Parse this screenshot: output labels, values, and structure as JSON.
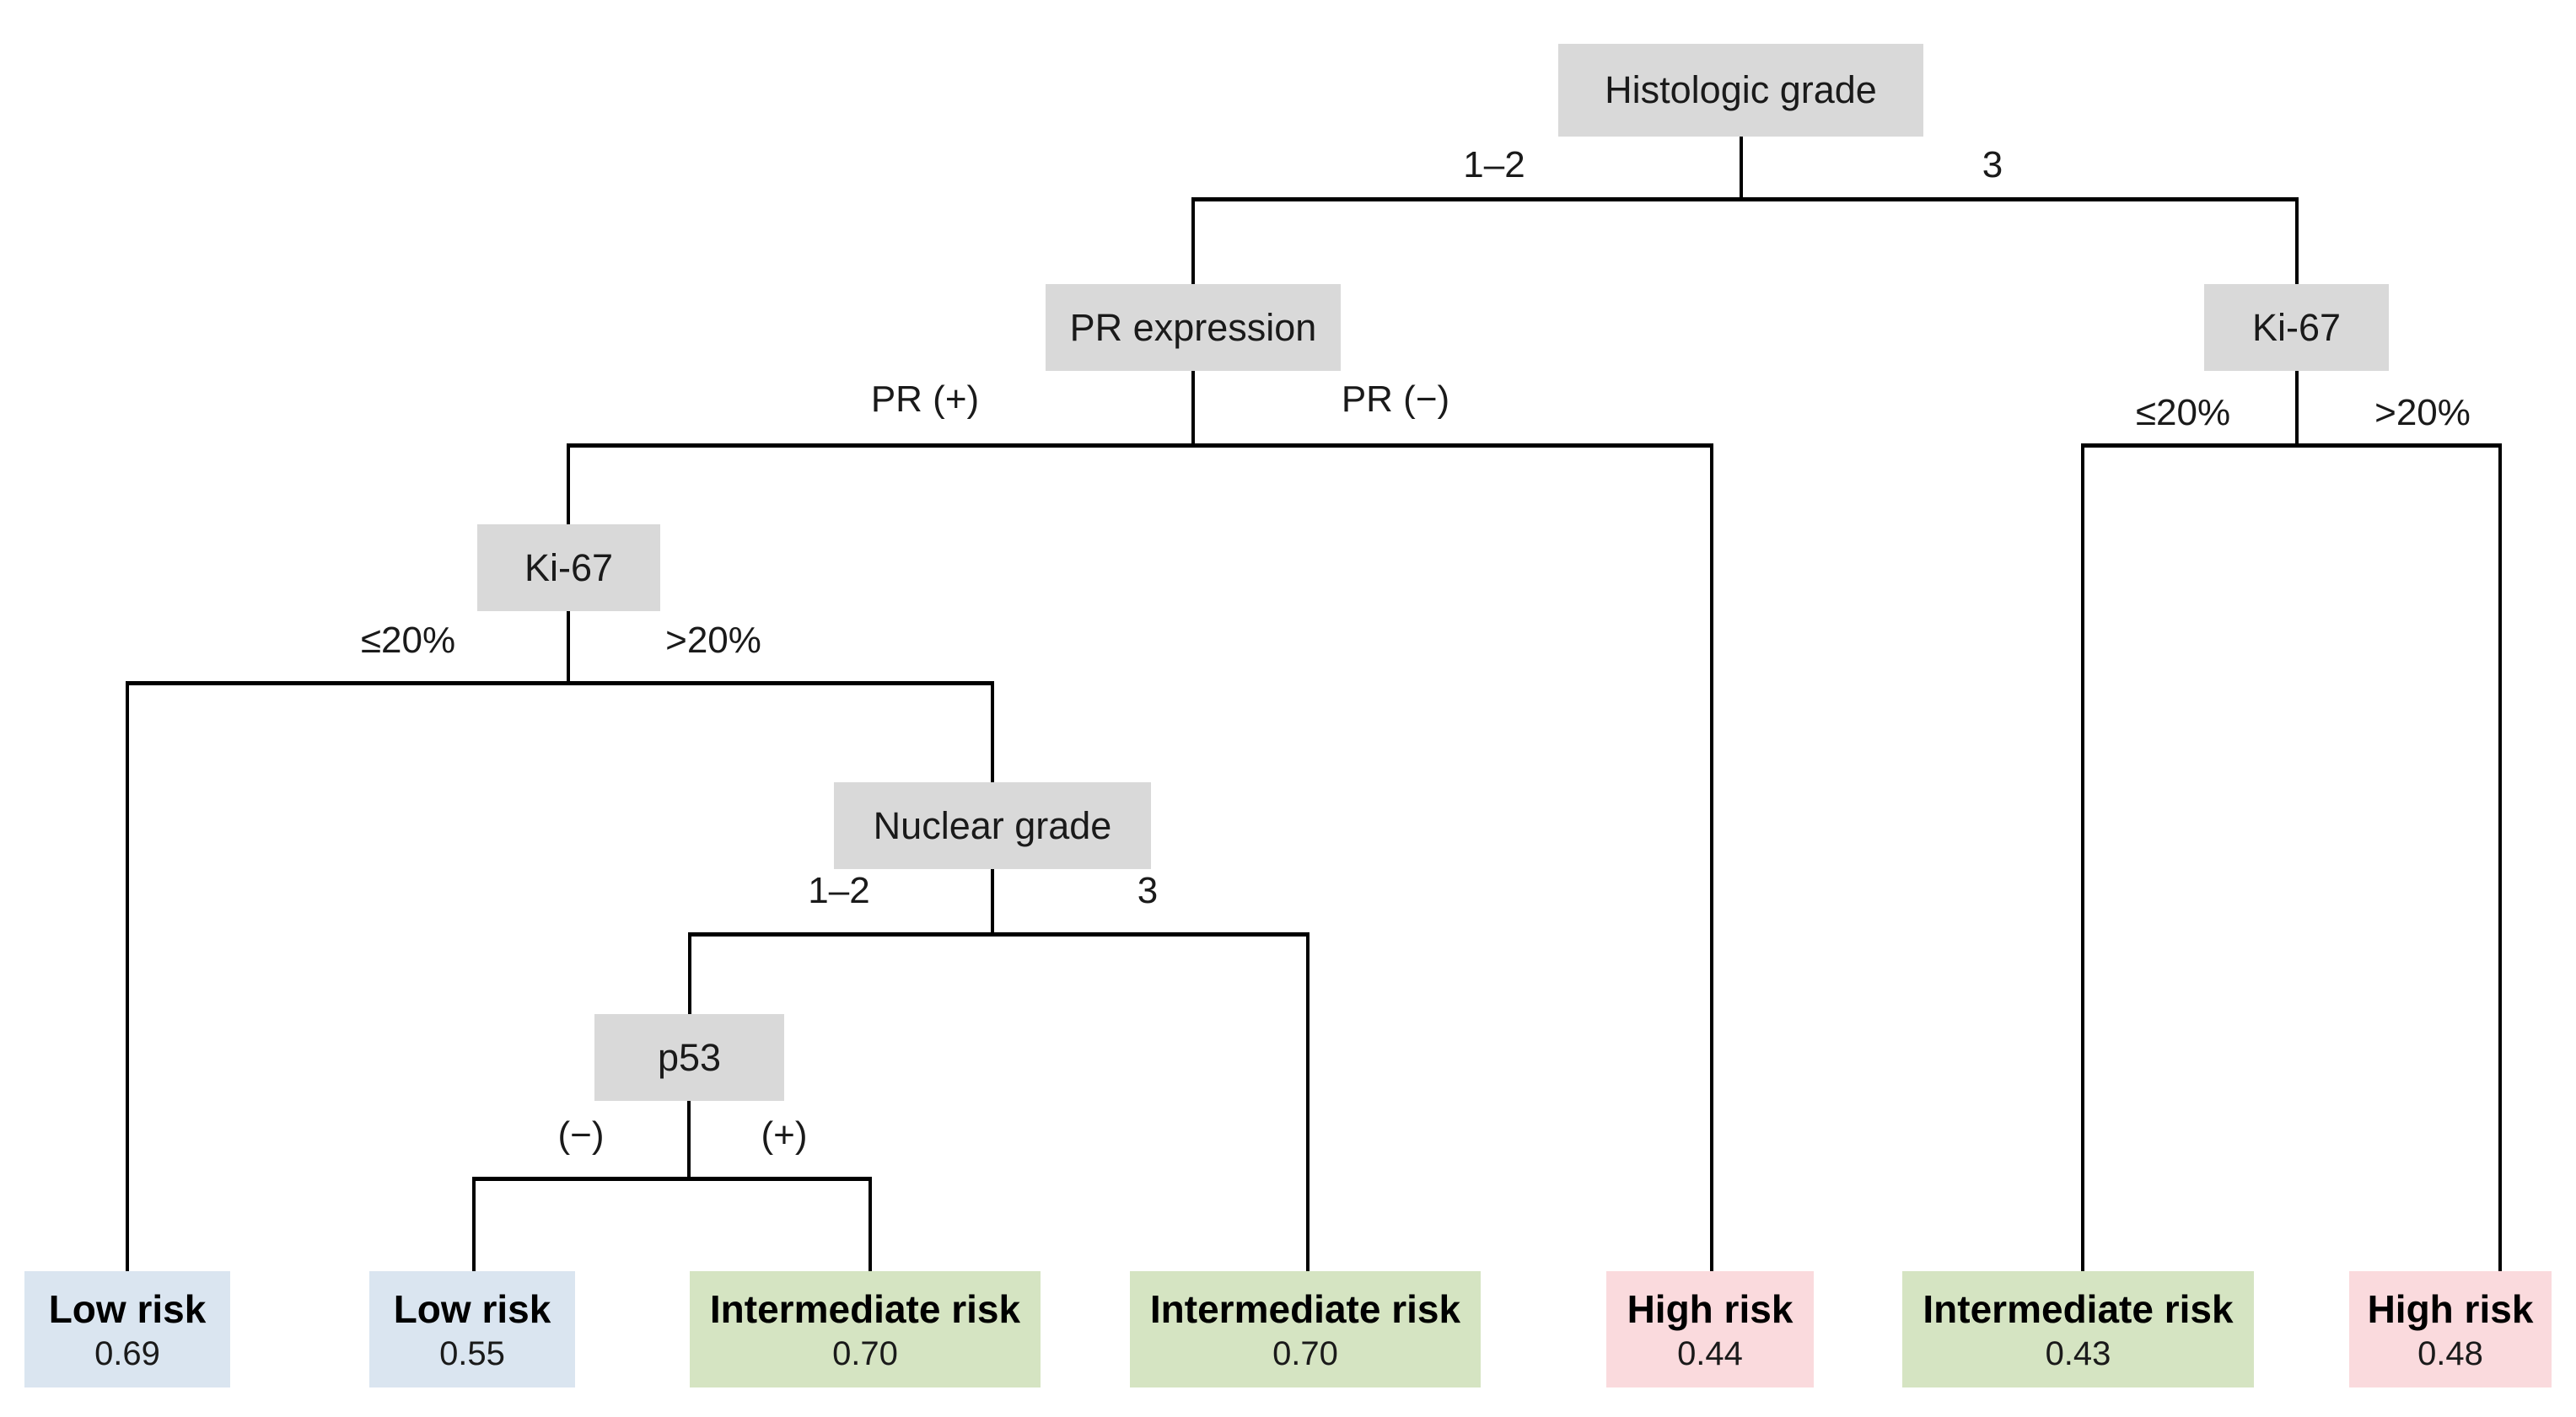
{
  "colors": {
    "background": "#ffffff",
    "node_fill": "#d9d9d9",
    "low_risk_fill": "#dae5f0",
    "intermediate_risk_fill": "#d5e4c2",
    "high_risk_fill": "#fadadd",
    "line": "#000000"
  },
  "nodes": {
    "histologic_grade": {
      "label": "Histologic grade"
    },
    "pr_expression": {
      "label": "PR expression"
    },
    "ki67_left": {
      "label": "Ki-67"
    },
    "nuclear_grade": {
      "label": "Nuclear grade"
    },
    "p53": {
      "label": "p53"
    },
    "ki67_right": {
      "label": "Ki-67"
    }
  },
  "branch_labels": {
    "histologic_low": "1–2",
    "histologic_high": "3",
    "pr_positive": "PR (+)",
    "pr_negative": "PR (−)",
    "ki67_left_low": "≤20%",
    "ki67_left_high": ">20%",
    "nuclear_low": "1–2",
    "nuclear_high": "3",
    "p53_negative": "(−)",
    "p53_positive": "(+)",
    "ki67_right_low": "≤20%",
    "ki67_right_high": ">20%"
  },
  "leaves": [
    {
      "label": "Low risk",
      "value": "0.69",
      "category": "low"
    },
    {
      "label": "Low risk",
      "value": "0.55",
      "category": "low"
    },
    {
      "label": "Intermediate risk",
      "value": "0.70",
      "category": "intermediate"
    },
    {
      "label": "Intermediate risk",
      "value": "0.70",
      "category": "intermediate"
    },
    {
      "label": "High risk",
      "value": "0.44",
      "category": "high"
    },
    {
      "label": "Intermediate risk",
      "value": "0.43",
      "category": "intermediate"
    },
    {
      "label": "High risk",
      "value": "0.48",
      "category": "high"
    }
  ]
}
